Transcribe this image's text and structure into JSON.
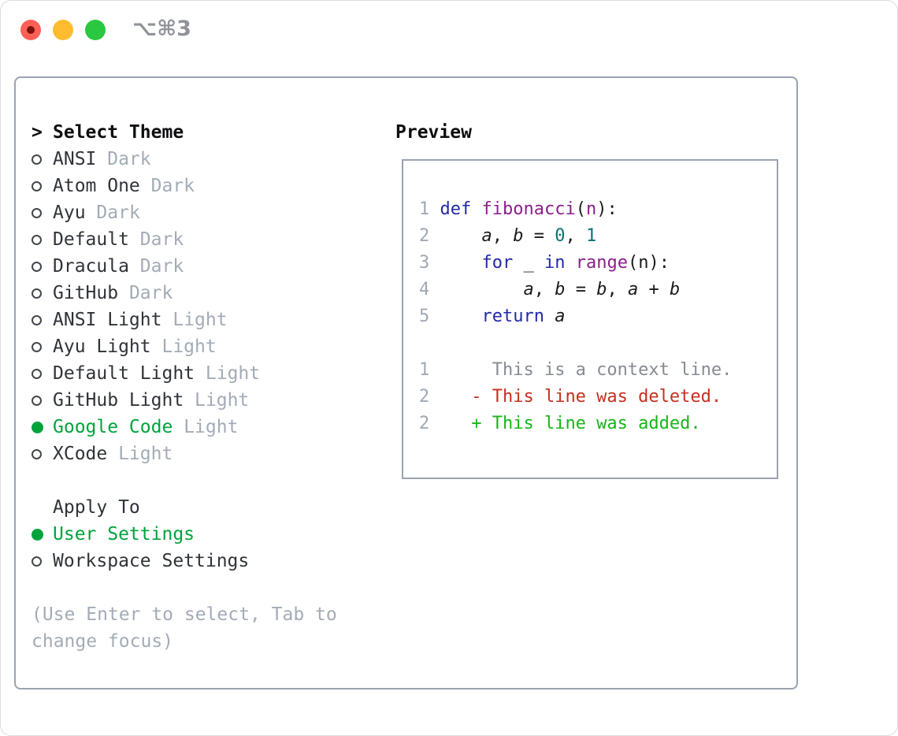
{
  "colors": {
    "accent_green": "#00a33c",
    "keyword": "#2329a8",
    "function_name": "#8a1f8a",
    "literal": "#0c7070",
    "code_text": "#1b1b1b",
    "line_number": "#9fa8b3",
    "diff_context": "#878b92",
    "diff_deleted": "#c5301f",
    "diff_added": "#16b617",
    "list_text": "#303338",
    "muted_gray": "#a3abb6",
    "panel_border": "#9aa3ae",
    "traffic_red": "#ff5f57",
    "traffic_yellow": "#febc2e",
    "traffic_green": "#2ac840"
  },
  "titlebar": {
    "shortcut": "⌥⌘3"
  },
  "theme_panel": {
    "prefix": ">",
    "title": "Select Theme",
    "themes": [
      {
        "name": "ANSI",
        "variant": "Dark",
        "selected": false
      },
      {
        "name": "Atom One",
        "variant": "Dark",
        "selected": false
      },
      {
        "name": "Ayu",
        "variant": "Dark",
        "selected": false
      },
      {
        "name": "Default",
        "variant": "Dark",
        "selected": false
      },
      {
        "name": "Dracula",
        "variant": "Dark",
        "selected": false
      },
      {
        "name": "GitHub",
        "variant": "Dark",
        "selected": false
      },
      {
        "name": "ANSI Light",
        "variant": "Light",
        "selected": false
      },
      {
        "name": "Ayu Light",
        "variant": "Light",
        "selected": false
      },
      {
        "name": "Default Light",
        "variant": "Light",
        "selected": false
      },
      {
        "name": "GitHub Light",
        "variant": "Light",
        "selected": false
      },
      {
        "name": "Google Code",
        "variant": "Light",
        "selected": true
      },
      {
        "name": "XCode",
        "variant": "Light",
        "selected": false
      }
    ],
    "apply_to": {
      "title": "Apply To",
      "options": [
        {
          "name": "User Settings",
          "selected": true
        },
        {
          "name": "Workspace Settings",
          "selected": false
        }
      ]
    },
    "help_text": "(Use Enter to select, Tab to change focus)"
  },
  "preview": {
    "title": "Preview",
    "code_lines": [
      {
        "num": "1",
        "seg": [
          [
            "def",
            "kw"
          ],
          [
            " ",
            "pl"
          ],
          [
            "fibonacci",
            "fn"
          ],
          [
            "(",
            "pl"
          ],
          [
            "n",
            "fn"
          ],
          [
            "):",
            "pl"
          ]
        ]
      },
      {
        "num": "2",
        "seg": [
          [
            "    ",
            "pl"
          ],
          [
            "a",
            "var"
          ],
          [
            ", ",
            "pl"
          ],
          [
            "b",
            "var"
          ],
          [
            " = ",
            "pl"
          ],
          [
            "0",
            "lit"
          ],
          [
            ", ",
            "pl"
          ],
          [
            "1",
            "lit"
          ]
        ]
      },
      {
        "num": "3",
        "seg": [
          [
            "    ",
            "pl"
          ],
          [
            "for",
            "kw"
          ],
          [
            " _ ",
            "pl"
          ],
          [
            "in",
            "kw"
          ],
          [
            " ",
            "pl"
          ],
          [
            "range",
            "fn"
          ],
          [
            "(n):",
            "pl"
          ]
        ]
      },
      {
        "num": "4",
        "seg": [
          [
            "        ",
            "pl"
          ],
          [
            "a",
            "var"
          ],
          [
            ", ",
            "pl"
          ],
          [
            "b",
            "var"
          ],
          [
            " = ",
            "pl"
          ],
          [
            "b",
            "var"
          ],
          [
            ", ",
            "pl"
          ],
          [
            "a",
            "var"
          ],
          [
            " + ",
            "pl"
          ],
          [
            "b",
            "var"
          ]
        ]
      },
      {
        "num": "5",
        "seg": [
          [
            "    ",
            "pl"
          ],
          [
            "return",
            "kw"
          ],
          [
            " ",
            "pl"
          ],
          [
            "a",
            "var"
          ]
        ]
      }
    ],
    "diff_lines": [
      {
        "num": "1",
        "type": "context",
        "text": "  This is a context line."
      },
      {
        "num": "2",
        "type": "deleted",
        "text": "- This line was deleted."
      },
      {
        "num": "2",
        "type": "added",
        "text": "+ This line was added."
      }
    ]
  }
}
